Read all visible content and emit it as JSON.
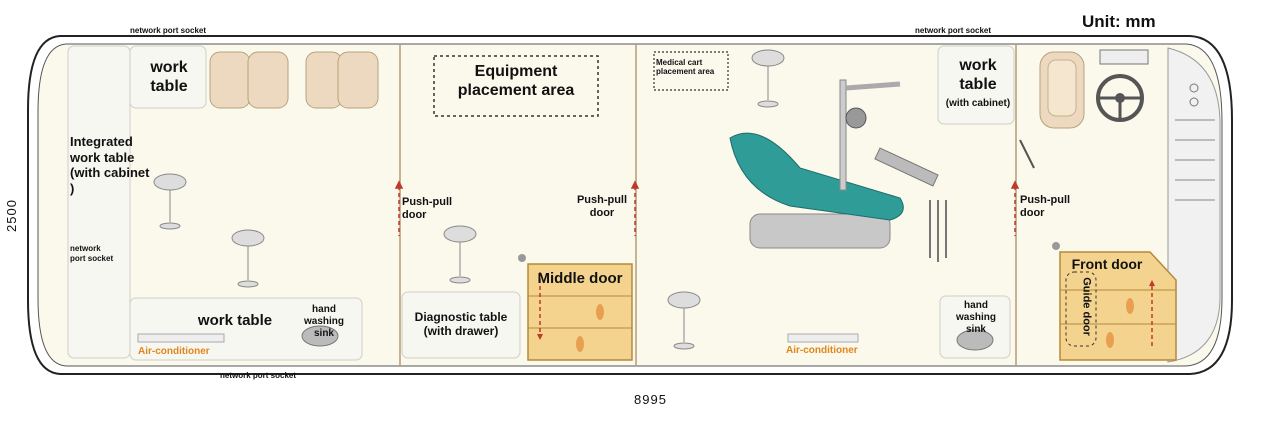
{
  "unit_label": "Unit: mm",
  "dimension_width": "8995",
  "dimension_height": "2500",
  "labels": {
    "network_port_socket_top_left": "network port socket",
    "network_port_socket_top_right": "network port socket",
    "network_port_socket_bottom": "network port socket",
    "network_port_socket_side": "network port socket",
    "work_table_1": "work table",
    "integrated_work_table": "Integrated work table (with cabinet )",
    "work_table_2": "work table",
    "hand_washing_sink_1": "hand washing sink",
    "air_conditioner_1": "Air-conditioner",
    "push_pull_door_1": "Push-pull door",
    "equipment_placement_area": "Equipment placement area",
    "diagnostic_table": "Diagnostic table (with drawer)",
    "middle_door": "Middle door",
    "push_pull_door_2": "Push-pull door",
    "medical_cart_area": "Medical cart placement area",
    "air_conditioner_2": "Air-conditioner",
    "work_table_3": "work table",
    "work_table_3_sub": "(with cabinet)",
    "hand_washing_sink_2": "hand washing sink",
    "push_pull_door_3": "Push-pull door",
    "front_door": "Front door",
    "guide_door": "Guide door"
  },
  "colors": {
    "floor": "#fbf8ec",
    "door_panel": "#f3d38e",
    "door_arrow": "#c0392b",
    "air_conditioner": "#e0861c",
    "dental_chair": "#2f9c98"
  },
  "icons": [
    "stool-icon",
    "dental-chair-icon",
    "armchair-icon",
    "steering-wheel-icon",
    "footprint-icon",
    "sink-icon"
  ]
}
